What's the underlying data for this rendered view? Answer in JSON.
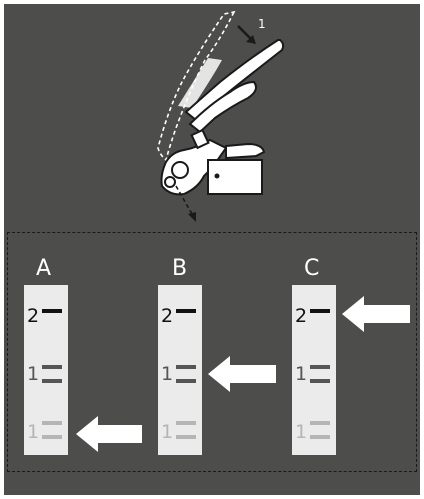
{
  "figure": {
    "callout_number": "1",
    "columns": [
      {
        "id": "A",
        "letter": "A",
        "levels": [
          "2",
          "1",
          "1"
        ],
        "arrow_level_index": 2
      },
      {
        "id": "B",
        "letter": "B",
        "levels": [
          "2",
          "1",
          "1"
        ],
        "arrow_level_index": 1
      },
      {
        "id": "C",
        "letter": "C",
        "levels": [
          "2",
          "1",
          "1"
        ],
        "arrow_level_index": 0
      }
    ],
    "colors": {
      "background": "#4d4d4b",
      "strip": "#ebebeb",
      "level_2": "#111111",
      "level_1": "#555555",
      "level_1_faded": "#b5b5b5",
      "arrow": "#ffffff"
    },
    "icons": [
      "crimping-pliers-icon",
      "arrow-right-icon"
    ]
  }
}
